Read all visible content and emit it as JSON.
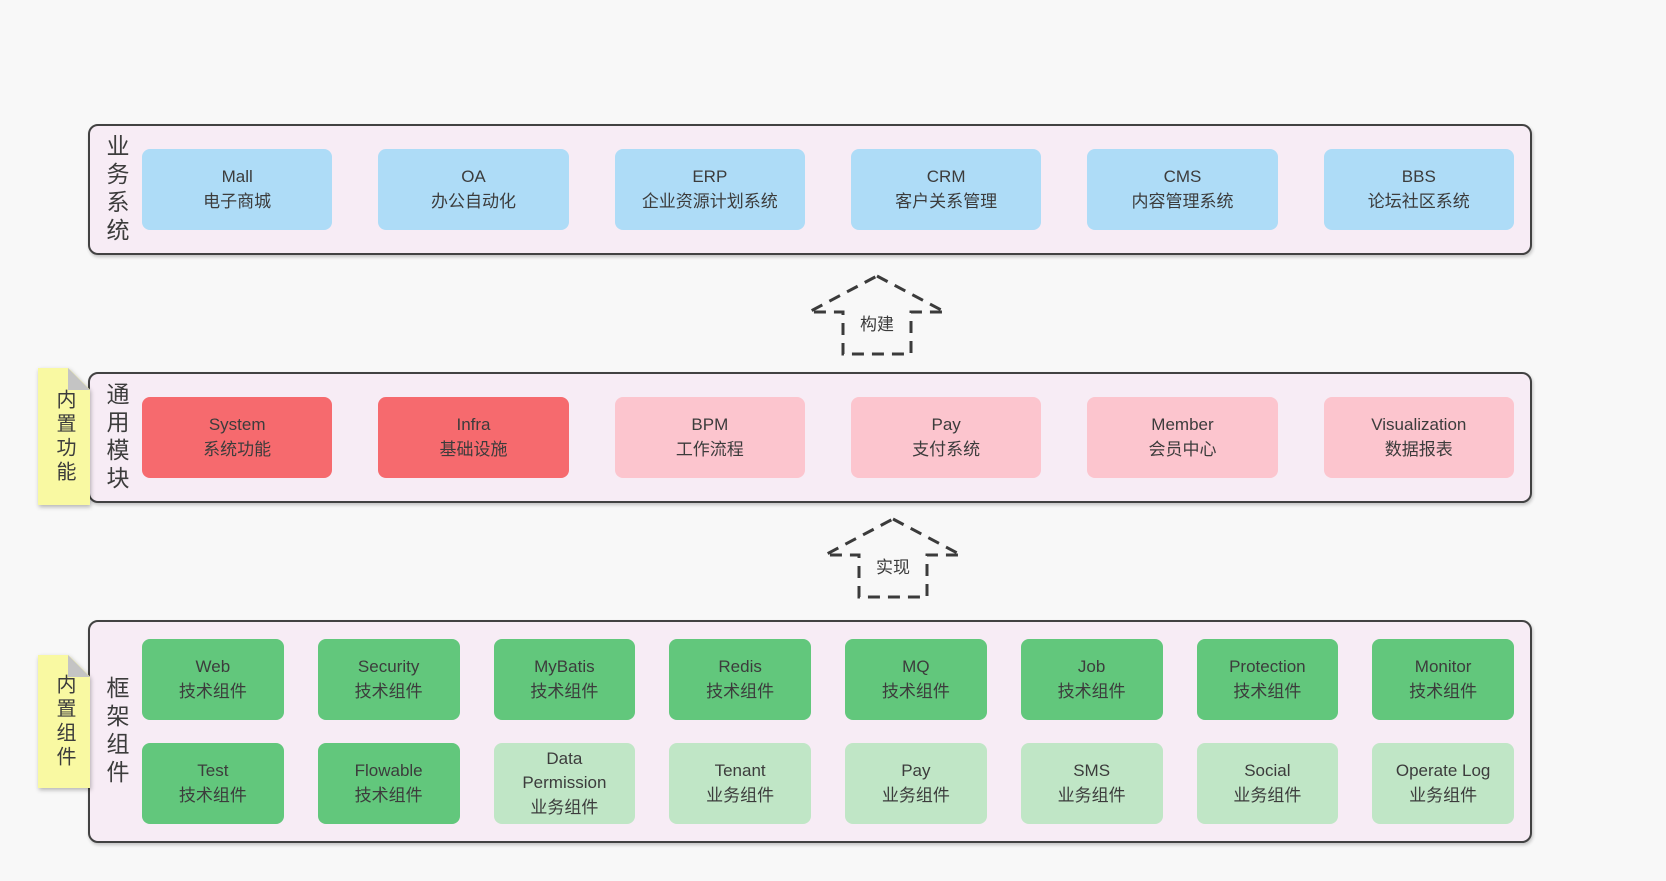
{
  "diagram": {
    "bands": [
      {
        "id": "business-systems",
        "label": "业务系统",
        "rows": [
          [
            {
              "name": "Mall",
              "desc": "电子商城"
            },
            {
              "name": "OA",
              "desc": "办公自动化"
            },
            {
              "name": "ERP",
              "desc": "企业资源计划系统"
            },
            {
              "name": "CRM",
              "desc": "客户关系管理"
            },
            {
              "name": "CMS",
              "desc": "内容管理系统"
            },
            {
              "name": "BBS",
              "desc": "论坛社区系统"
            }
          ]
        ]
      },
      {
        "id": "common-modules",
        "label": "通用模块",
        "note": "内置功能",
        "rows": [
          [
            {
              "name": "System",
              "desc": "系统功能"
            },
            {
              "name": "Infra",
              "desc": "基础设施"
            },
            {
              "name": "BPM",
              "desc": "工作流程"
            },
            {
              "name": "Pay",
              "desc": "支付系统"
            },
            {
              "name": "Member",
              "desc": "会员中心"
            },
            {
              "name": "Visualization",
              "desc": "数据报表"
            }
          ]
        ]
      },
      {
        "id": "framework-components",
        "label": "框架组件",
        "note": "内置组件",
        "rows": [
          [
            {
              "name": "Web",
              "desc": "技术组件"
            },
            {
              "name": "Security",
              "desc": "技术组件"
            },
            {
              "name": "MyBatis",
              "desc": "技术组件"
            },
            {
              "name": "Redis",
              "desc": "技术组件"
            },
            {
              "name": "MQ",
              "desc": "技术组件"
            },
            {
              "name": "Job",
              "desc": "技术组件"
            },
            {
              "name": "Protection",
              "desc": "技术组件"
            },
            {
              "name": "Monitor",
              "desc": "技术组件"
            }
          ],
          [
            {
              "name": "Test",
              "desc": "技术组件"
            },
            {
              "name": "Flowable",
              "desc": "技术组件"
            },
            {
              "name": "Data Permission",
              "desc": "业务组件"
            },
            {
              "name": "Tenant",
              "desc": "业务组件"
            },
            {
              "name": "Pay",
              "desc": "业务组件"
            },
            {
              "name": "SMS",
              "desc": "业务组件"
            },
            {
              "name": "Social",
              "desc": "业务组件"
            },
            {
              "name": "Operate Log",
              "desc": "业务组件"
            }
          ]
        ]
      }
    ],
    "arrows": [
      {
        "label": "构建"
      },
      {
        "label": "实现"
      }
    ],
    "colors": {
      "page_bg": "#F8F8F8",
      "band_bg": "#F7ECF5",
      "band_border": "#424242",
      "node_blue": "#AEDCF7",
      "node_red": "#F66A6E",
      "node_pink": "#FCC5CE",
      "node_green": "#62C77C",
      "node_green_light": "#C0E6C6",
      "note_yellow": "#F9F9A2",
      "fold_gray": "#C4C4C4",
      "text": "#3C3C3C"
    }
  }
}
